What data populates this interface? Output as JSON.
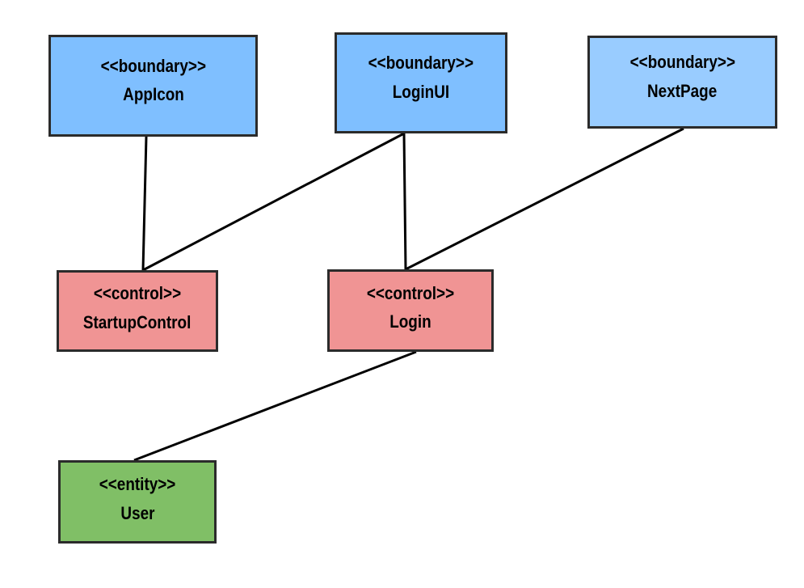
{
  "diagram": {
    "nodes": [
      {
        "id": "appicon",
        "stereotype": "<<boundary>>",
        "name": "AppIcon",
        "fill": "#7fbfff"
      },
      {
        "id": "loginui",
        "stereotype": "<<boundary>>",
        "name": "LoginUI",
        "fill": "#7fbfff"
      },
      {
        "id": "nextpage",
        "stereotype": "<<boundary>>",
        "name": "NextPage",
        "fill": "#99ccff"
      },
      {
        "id": "startup",
        "stereotype": "<<control>>",
        "name": "StartupControl",
        "fill": "#f09494"
      },
      {
        "id": "login",
        "stereotype": "<<control>>",
        "name": "Login",
        "fill": "#f09494"
      },
      {
        "id": "user",
        "stereotype": "<<entity>>",
        "name": "User",
        "fill": "#80bf66"
      }
    ],
    "edges": [
      {
        "from": "appicon",
        "to": "startup"
      },
      {
        "from": "loginui",
        "to": "startup"
      },
      {
        "from": "loginui",
        "to": "login"
      },
      {
        "from": "nextpage",
        "to": "login"
      },
      {
        "from": "login",
        "to": "user"
      }
    ],
    "line_color": "#000000"
  }
}
